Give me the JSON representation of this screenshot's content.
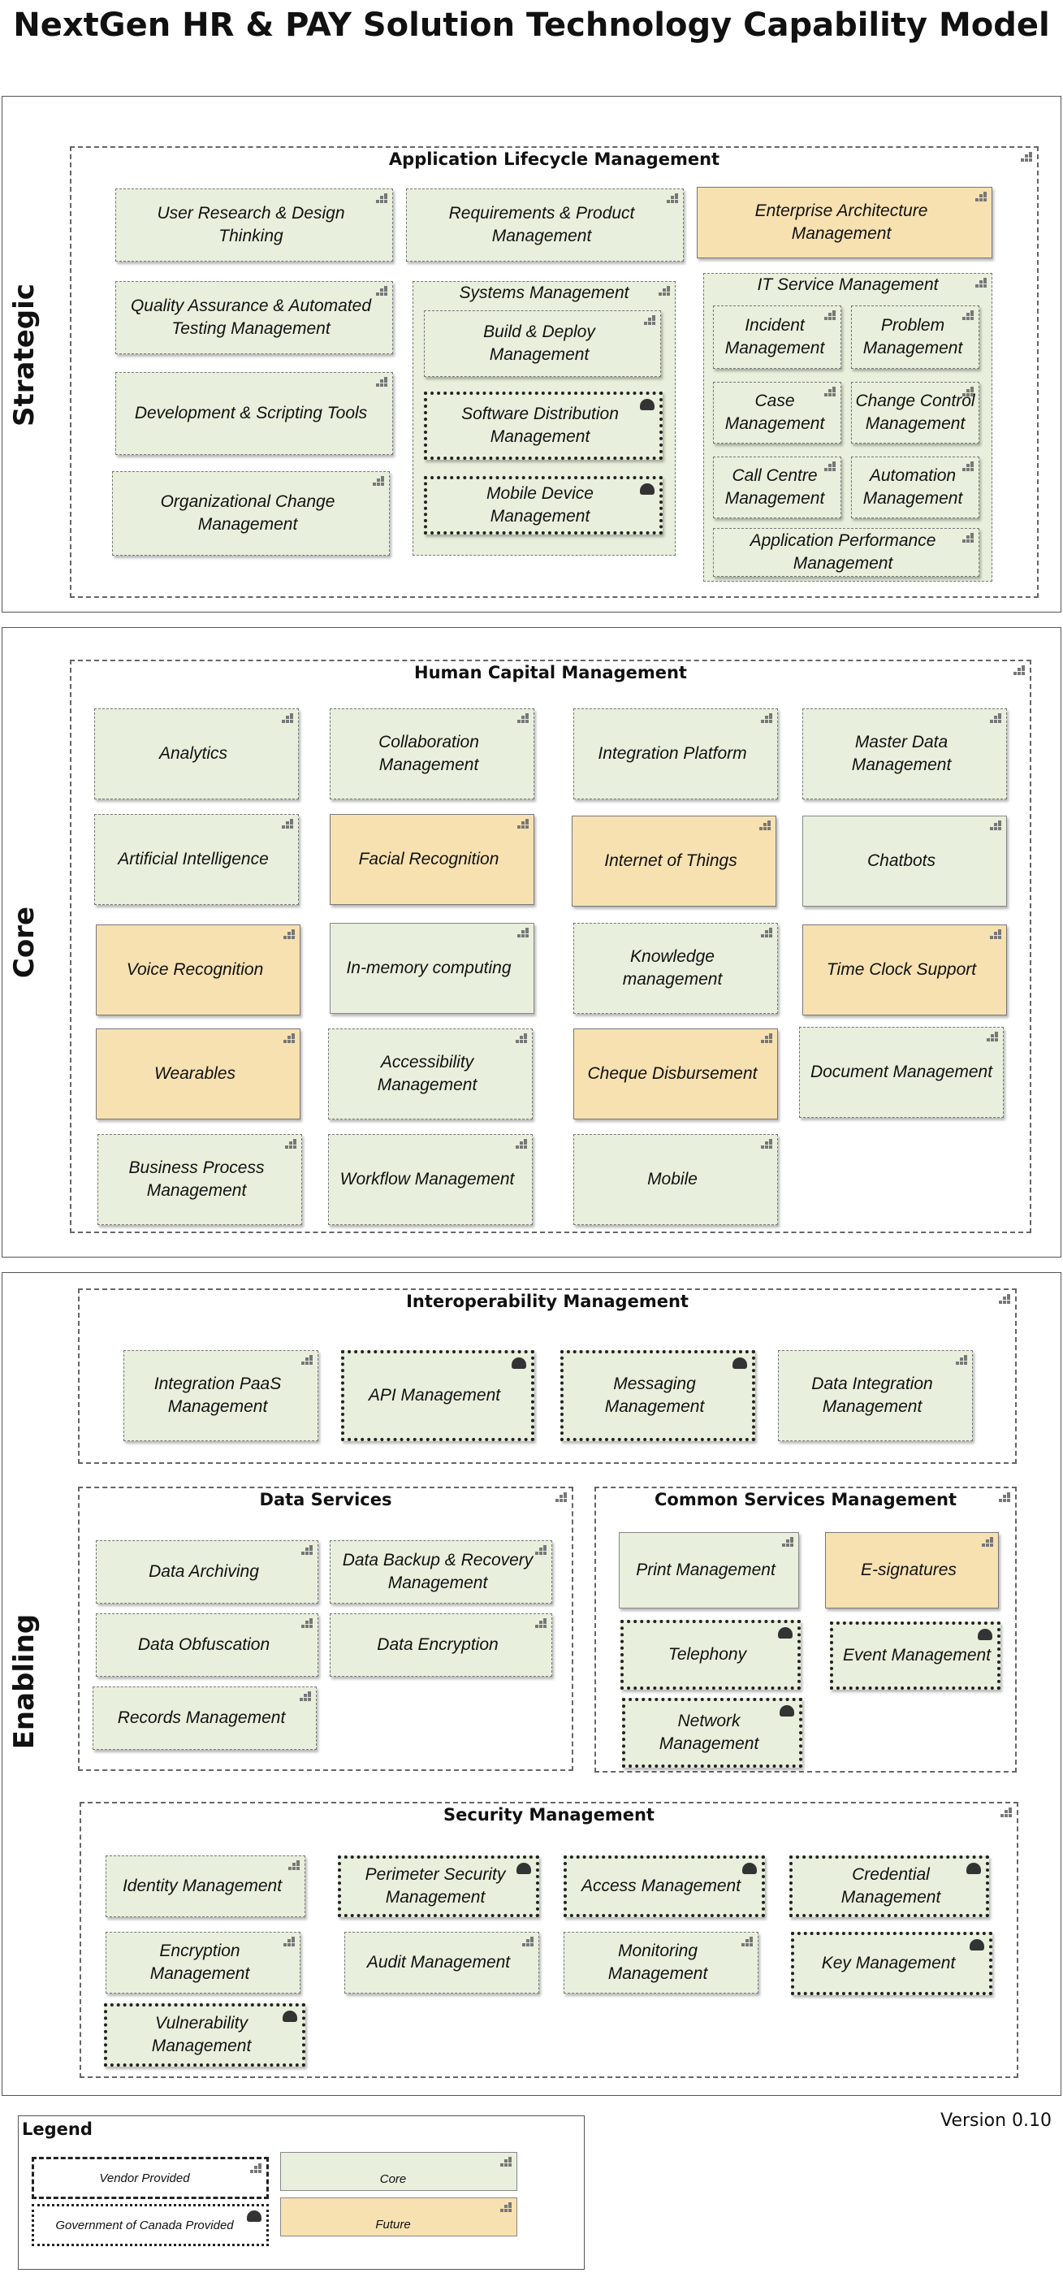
{
  "title": "NextGen HR & PAY Solution Technology Capability Model",
  "version": "Version 0.10",
  "colors": {
    "core": "#e8efdc",
    "future": "#f7e1b1"
  },
  "bands": {
    "strategic": "Strategic",
    "core": "Core",
    "enabling": "Enabling"
  },
  "groups": {
    "alm": "Application Lifecycle Management",
    "systems": "Systems Management",
    "itsm": "IT Service Management",
    "hcm": "Human Capital Management",
    "interop": "Interoperability Management",
    "data": "Data Services",
    "common": "Common Services Management",
    "security": "Security Management"
  },
  "strategic": {
    "user_research": "User Research & Design Thinking",
    "requirements": "Requirements & Product Management",
    "enterprise_arch": "Enterprise Architecture Management",
    "qa": "Quality Assurance & Automated Testing Management",
    "dev_tools": "Development & Scripting Tools",
    "org_change": "Organizational Change Management",
    "build_deploy": "Build & Deploy Management",
    "software_dist": "Software Distribution Management",
    "mobile_device": "Mobile Device Management",
    "incident": "Incident Management",
    "problem": "Problem Management",
    "case": "Case Management",
    "change_control": "Change Control Management",
    "call_centre": "Call Centre Management",
    "automation": "Automation Management",
    "app_perf": "Application Performance Management"
  },
  "core": {
    "analytics": "Analytics",
    "collaboration": "Collaboration Management",
    "integration_platform": "Integration Platform",
    "master_data": "Master Data Management",
    "ai": "Artificial Intelligence",
    "facial": "Facial Recognition",
    "iot": "Internet of Things",
    "chatbots": "Chatbots",
    "voice": "Voice Recognition",
    "inmemory": "In-memory computing",
    "knowledge": "Knowledge management",
    "time_clock": "Time Clock Support",
    "wearables": "Wearables",
    "accessibility": "Accessibility Management",
    "cheque": "Cheque Disbursement",
    "document": "Document Management",
    "bpm": "Business Process Management",
    "workflow": "Workflow Management",
    "mobile": "Mobile"
  },
  "enabling": {
    "integration_paas": "Integration PaaS Management",
    "api": "API Management",
    "messaging": "Messaging Management",
    "data_integration": "Data Integration Management",
    "data_archiving": "Data Archiving",
    "data_backup": "Data Backup & Recovery Management",
    "data_obfuscation": "Data Obfuscation",
    "data_encryption": "Data Encryption",
    "records": "Records Management",
    "print": "Print Management",
    "esignatures": "E-signatures",
    "telephony": "Telephony",
    "event": "Event Management",
    "network": "Network Management",
    "identity": "Identity Management",
    "perimeter": "Perimeter Security Management",
    "access": "Access Management",
    "credential": "Credential Management",
    "encryption": "Encryption Management",
    "audit": "Audit Management",
    "monitoring": "Monitoring Management",
    "key": "Key Management",
    "vulnerability": "Vulnerability Management"
  },
  "legend": {
    "title": "Legend",
    "vendor": "Vendor Provided",
    "government": "Government of Canada Provided",
    "core": "Core",
    "future": "Future"
  }
}
